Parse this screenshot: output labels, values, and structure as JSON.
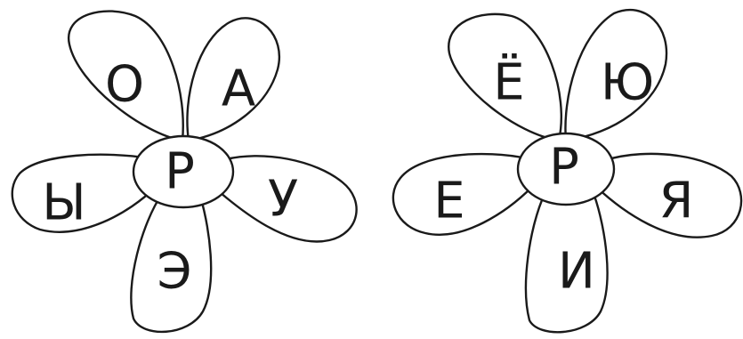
{
  "colors": {
    "ink": "#1a1a1a",
    "paper": "#ffffff"
  },
  "flowers": [
    {
      "center": "Р",
      "petals": [
        "О",
        "А",
        "Ы",
        "У",
        "Э"
      ]
    },
    {
      "center": "Р",
      "petals": [
        "Ё",
        "Ю",
        "Е",
        "Я",
        "И"
      ]
    }
  ]
}
